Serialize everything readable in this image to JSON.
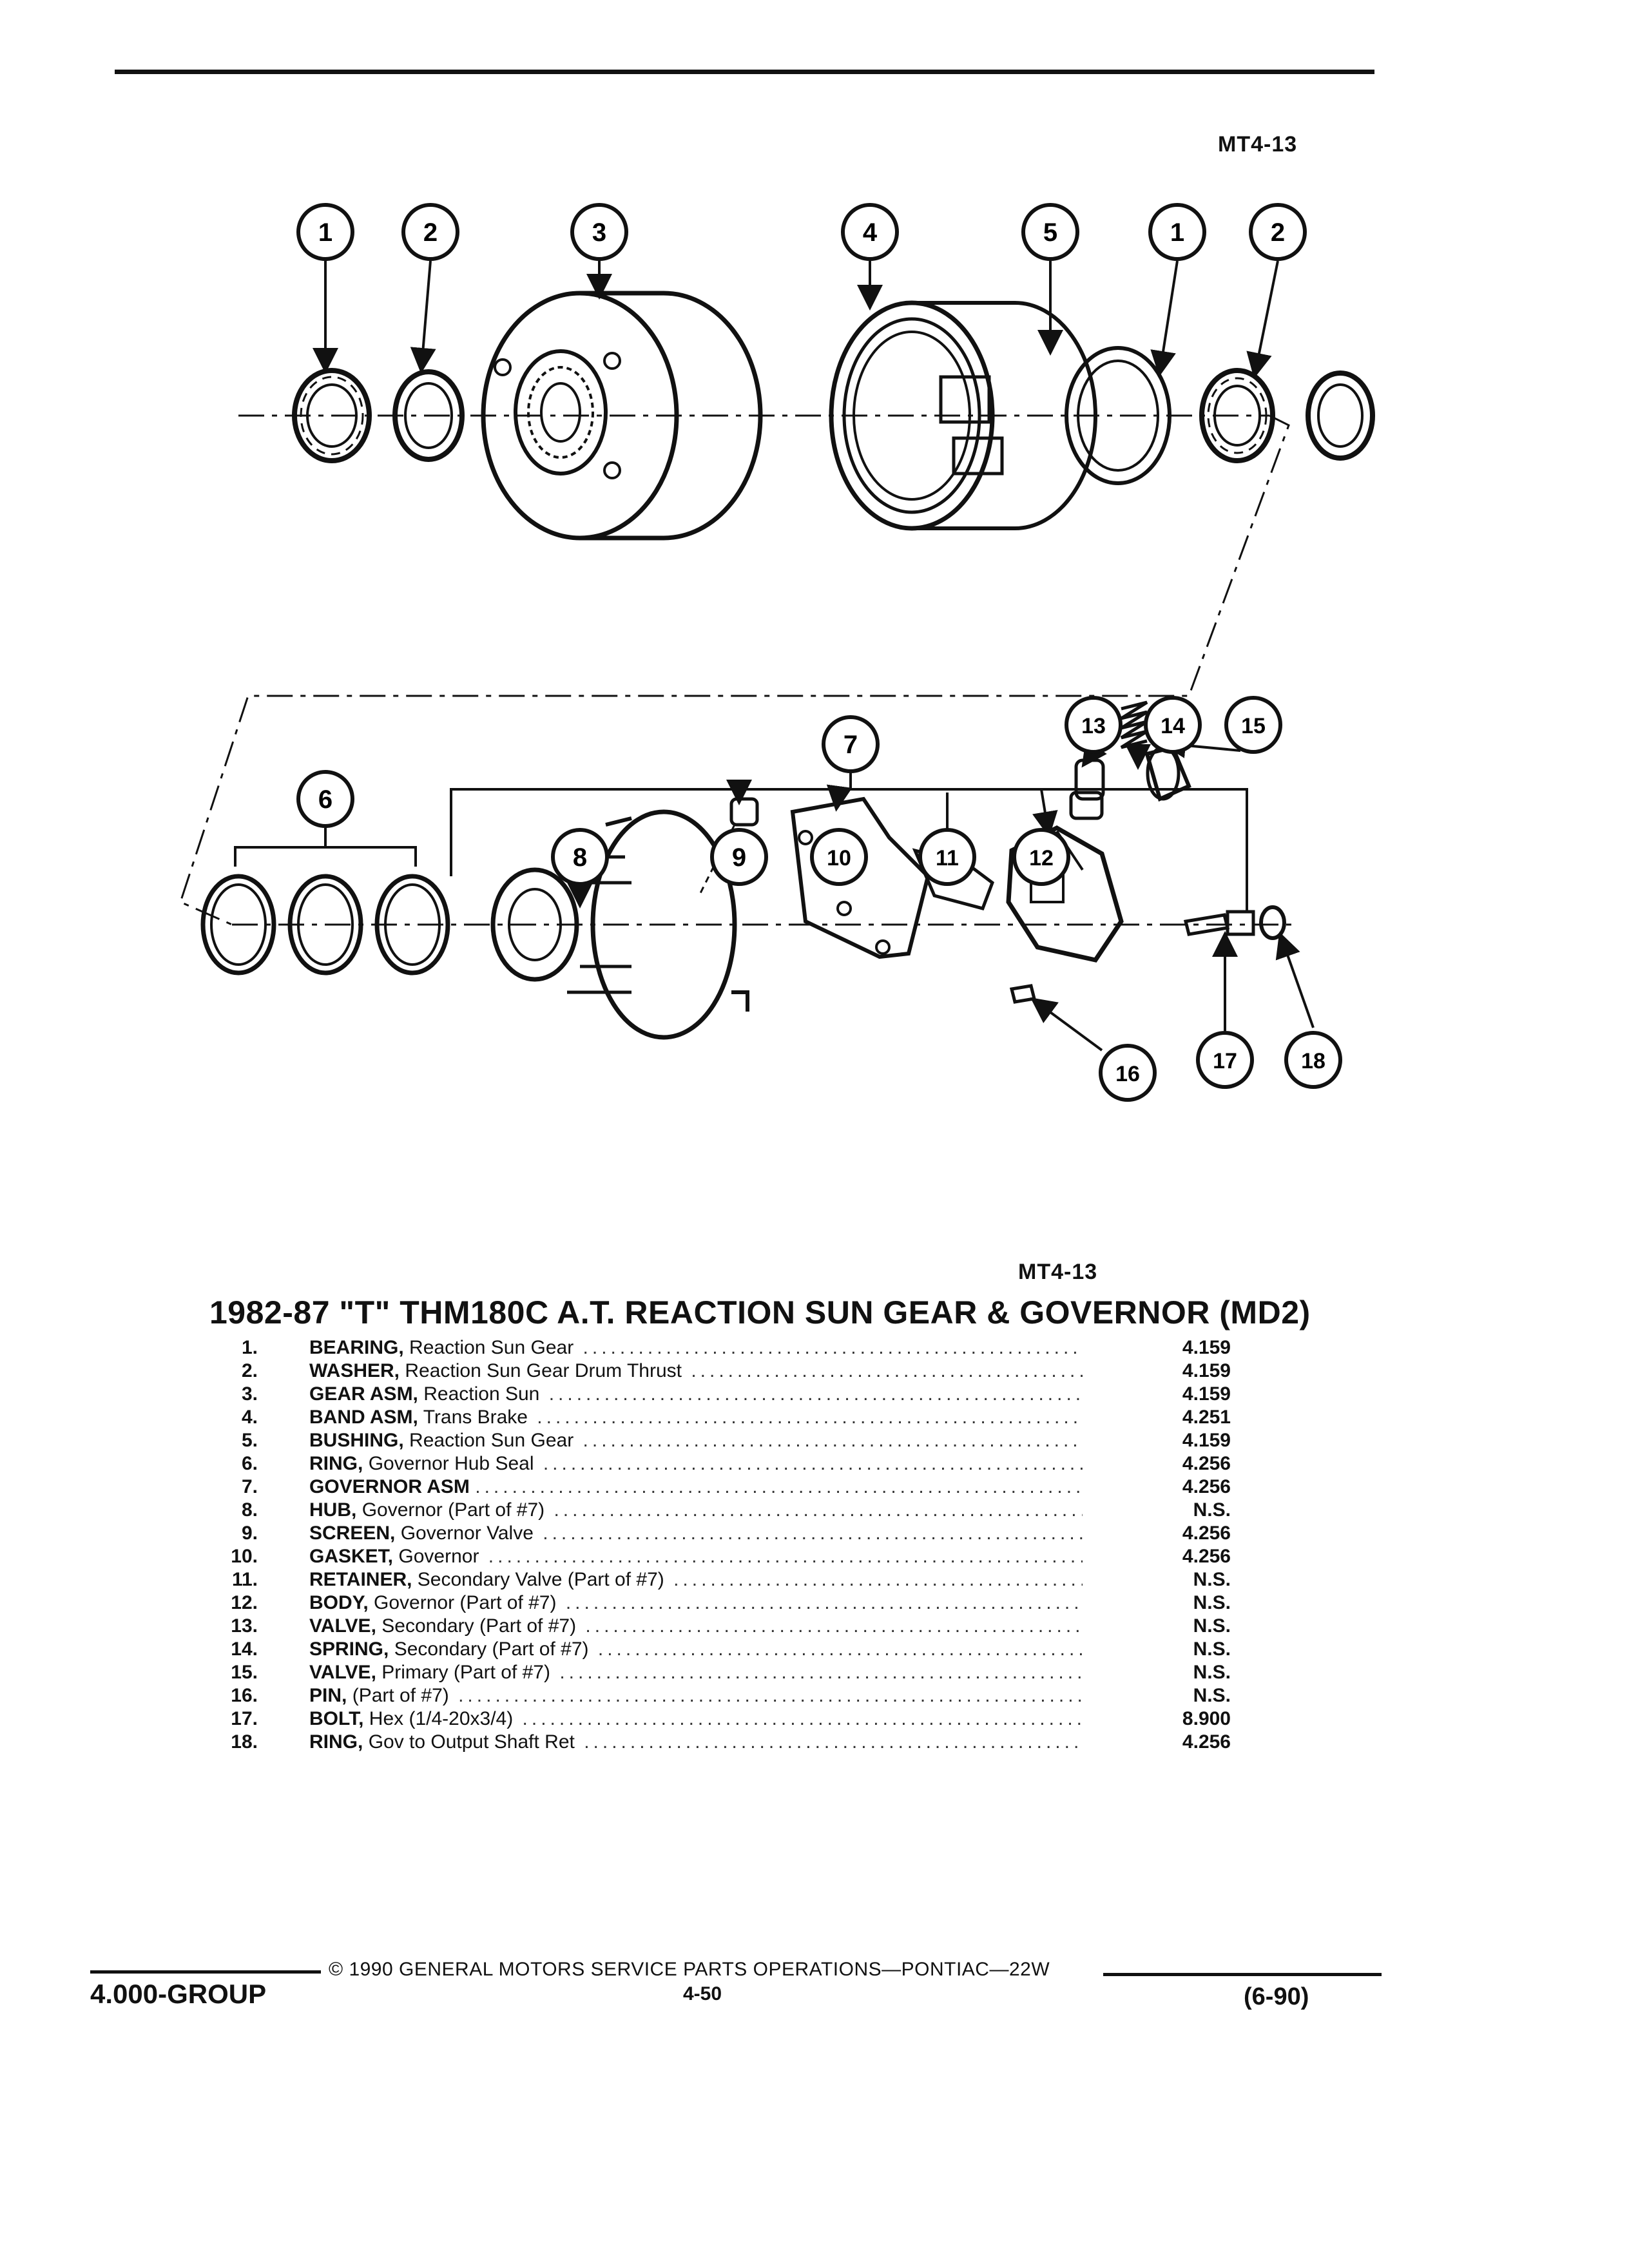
{
  "figure_ref_top": "MT4-13",
  "figure_ref_bottom": "MT4-13",
  "callouts": [
    "1",
    "2",
    "3",
    "4",
    "5",
    "1",
    "2",
    "7",
    "13",
    "14",
    "15",
    "8",
    "9",
    "10",
    "11",
    "12",
    "6",
    "16",
    "17",
    "18"
  ],
  "title": "1982-87 \"T\" THM180C A.T. REACTION SUN GEAR & GOVERNOR (MD2)",
  "parts": [
    {
      "num": "1.",
      "name": "BEARING,",
      "desc": "Reaction Sun Gear",
      "ref": "4.159"
    },
    {
      "num": "2.",
      "name": "WASHER,",
      "desc": "Reaction Sun Gear Drum Thrust",
      "ref": "4.159"
    },
    {
      "num": "3.",
      "name": "GEAR ASM,",
      "desc": "Reaction Sun",
      "ref": "4.159"
    },
    {
      "num": "4.",
      "name": "BAND ASM,",
      "desc": "Trans Brake",
      "ref": "4.251"
    },
    {
      "num": "5.",
      "name": "BUSHING,",
      "desc": "Reaction Sun Gear",
      "ref": "4.159"
    },
    {
      "num": "6.",
      "name": "RING,",
      "desc": "Governor Hub Seal",
      "ref": "4.256"
    },
    {
      "num": "7.",
      "name": "GOVERNOR ASM",
      "desc": "",
      "ref": "4.256"
    },
    {
      "num": "8.",
      "name": "HUB,",
      "desc": "Governor (Part of #7)",
      "ref": "N.S."
    },
    {
      "num": "9.",
      "name": "SCREEN,",
      "desc": "Governor Valve",
      "ref": "4.256"
    },
    {
      "num": "10.",
      "name": "GASKET,",
      "desc": "Governor",
      "ref": "4.256"
    },
    {
      "num": "11.",
      "name": "RETAINER,",
      "desc": "Secondary Valve (Part of #7)",
      "ref": "N.S."
    },
    {
      "num": "12.",
      "name": "BODY,",
      "desc": "Governor (Part of #7)",
      "ref": "N.S."
    },
    {
      "num": "13.",
      "name": "VALVE,",
      "desc": "Secondary (Part of #7)",
      "ref": "N.S."
    },
    {
      "num": "14.",
      "name": "SPRING,",
      "desc": "Secondary (Part of #7)",
      "ref": "N.S."
    },
    {
      "num": "15.",
      "name": "VALVE,",
      "desc": "Primary (Part of #7)",
      "ref": "N.S."
    },
    {
      "num": "16.",
      "name": "PIN,",
      "desc": "(Part of #7)",
      "ref": "N.S."
    },
    {
      "num": "17.",
      "name": "BOLT,",
      "desc": "Hex (1/4-20x3/4)",
      "ref": "8.900"
    },
    {
      "num": "18.",
      "name": "RING,",
      "desc": "Gov to Output Shaft Ret",
      "ref": "4.256"
    }
  ],
  "footer": {
    "group": "4.000-GROUP",
    "copyright": "© 1990 GENERAL MOTORS SERVICE PARTS OPERATIONS—PONTIAC—22W",
    "page": "4-50",
    "date": "(6-90)"
  }
}
